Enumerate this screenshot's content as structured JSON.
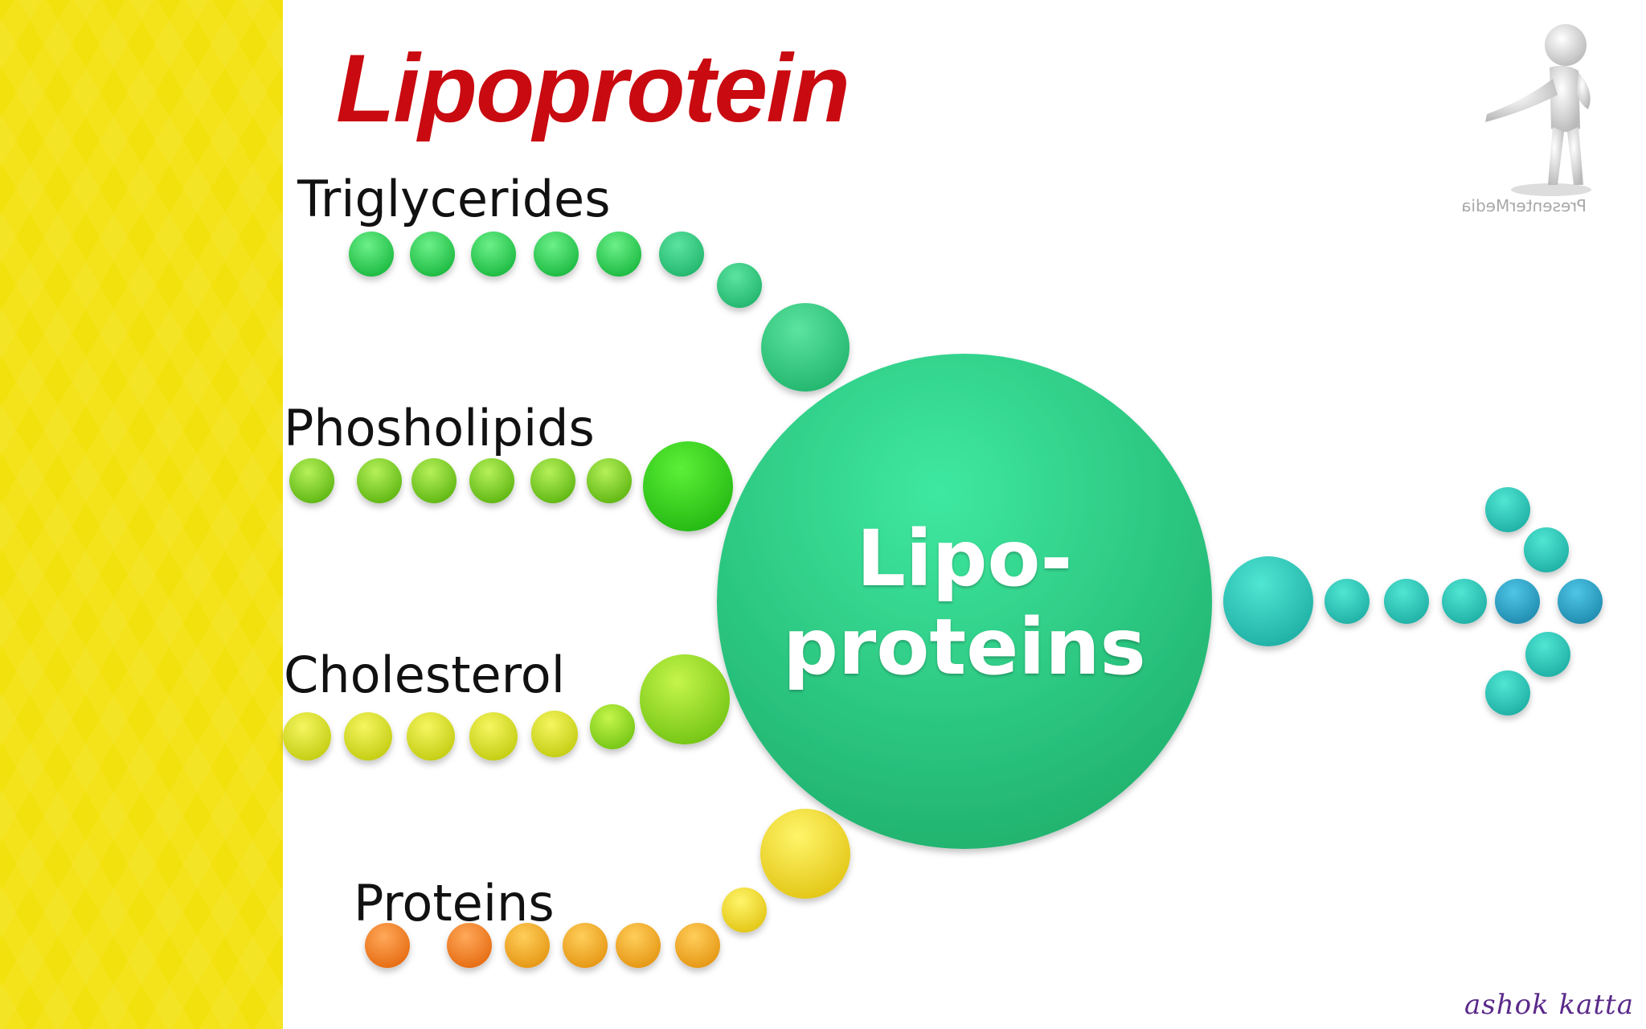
{
  "title": "Lipoprotein",
  "components": [
    {
      "label": "Triglycerides"
    },
    {
      "label": "Phosholipids"
    },
    {
      "label": "Cholesterol"
    },
    {
      "label": "Proteins"
    }
  ],
  "hub": {
    "line1": "Lipo-",
    "line2": "proteins"
  },
  "watermark": {
    "text": "PresenterMedia",
    "icon": "pointing-figure-icon"
  },
  "author": "ashok katta",
  "colors": {
    "title": "#c90a10",
    "side_band": "#f3e10e",
    "hub": "#2fcb8a",
    "triglycerides": "#37d45a",
    "phospholipids": "#7bd11f",
    "cholesterol": "#d3e016",
    "proteins": "#f39c1b",
    "output_arrow": "#2cb8b3"
  }
}
